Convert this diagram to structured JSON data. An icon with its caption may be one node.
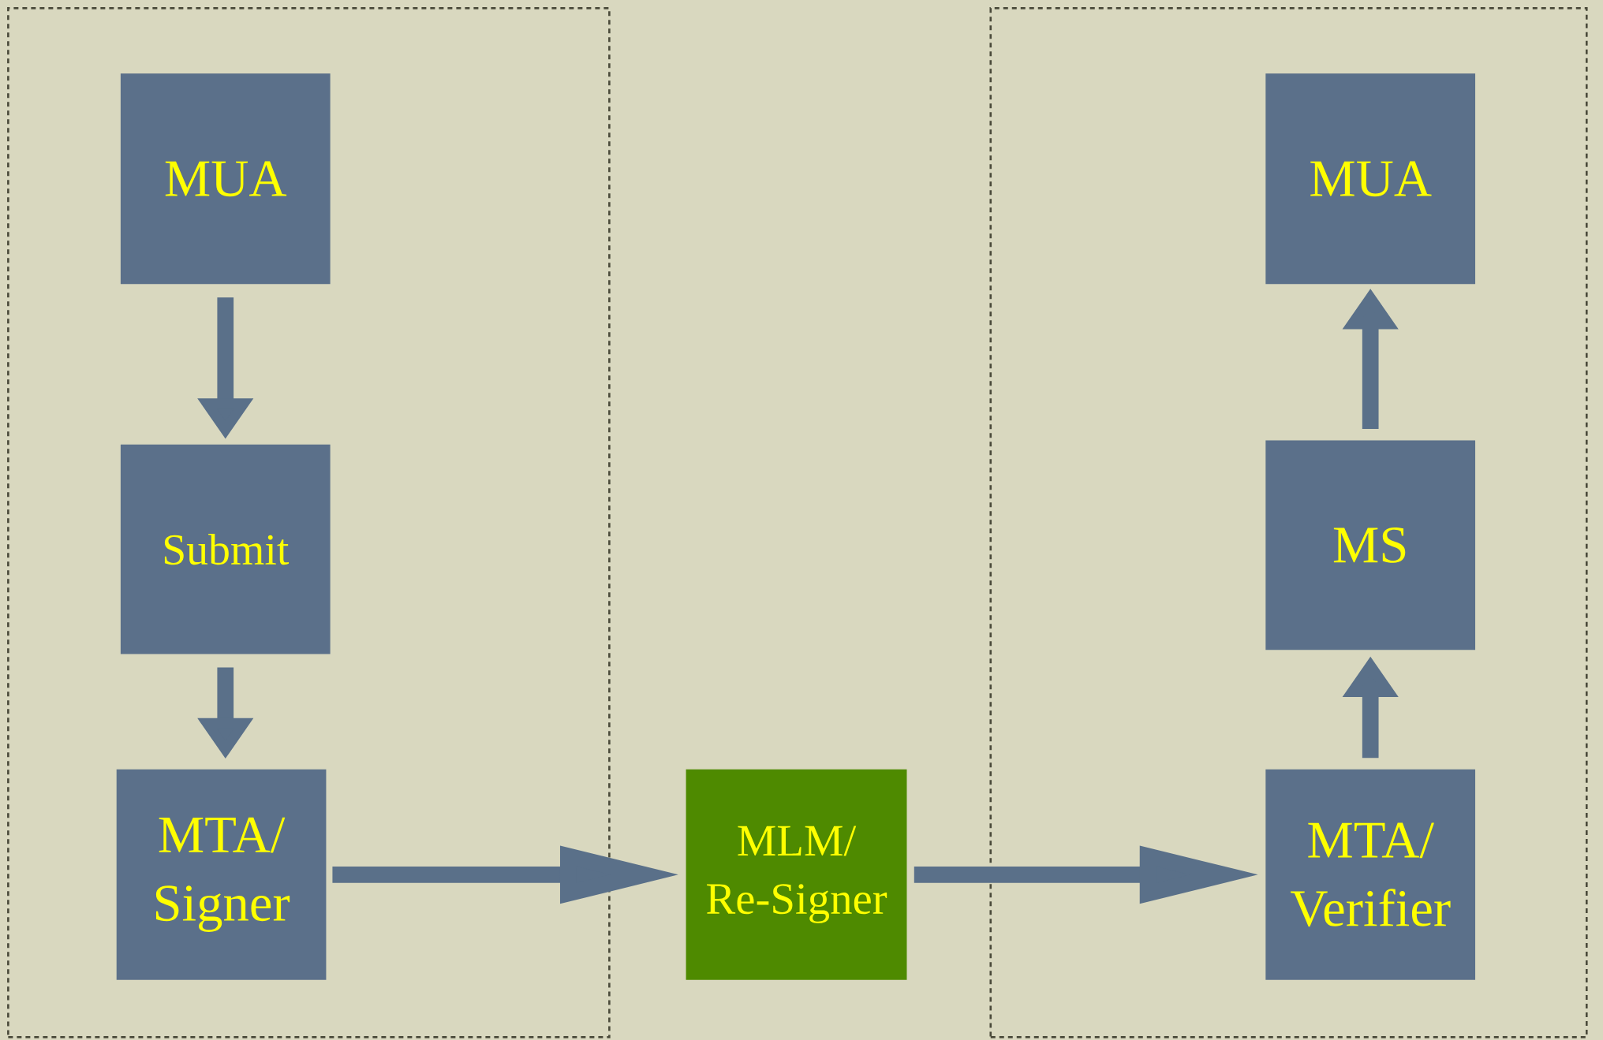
{
  "diagram": {
    "nodes": [
      {
        "text": [],
        "shape": "box"
      },
      {
        "text": [
          "MUA"
        ],
        "in": 0
      },
      {
        "text": [
          "Submit"
        ],
        "in": 0
      },
      {
        "text": [
          "MTA/ Signer"
        ],
        "in": 0
      },
      {
        "text": [
          "MLM/ Re-Signer"
        ]
      },
      {
        "text": [],
        "shape": "box"
      },
      {
        "text": [
          "MUA"
        ],
        "in": 5
      },
      {
        "text": [
          "MS"
        ],
        "in": 5
      },
      {
        "text": [
          "MTA/ Verifier"
        ],
        "in": 5
      }
    ],
    "edges": [
      {
        "from": 1,
        "to": 2,
        "arrow": "to"
      },
      {
        "from": 2,
        "to": 3,
        "arrow": "to"
      },
      {
        "from": 3,
        "to": 4,
        "arrow": "to"
      },
      {
        "from": 4,
        "to": 8,
        "arrow": "to"
      },
      {
        "from": 8,
        "to": 7,
        "arrow": "to"
      },
      {
        "from": 7,
        "to": 6,
        "arrow": "to"
      }
    ]
  }
}
